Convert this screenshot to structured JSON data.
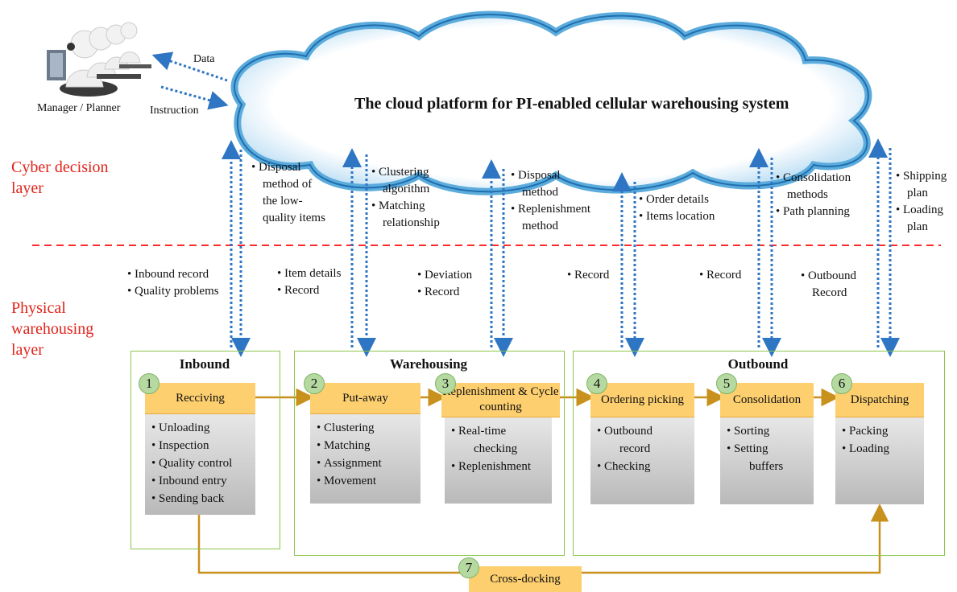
{
  "cloud_title": "The cloud platform for PI-enabled cellular warehousing system",
  "manager_label": "Manager / Planner",
  "data_label": "Data",
  "instruction_label": "Instruction",
  "layers": {
    "cyber": "Cyber decision layer",
    "physical": "Physical warehousing layer"
  },
  "cyber_notes": [
    [
      "Disposal",
      "method of",
      "the low-",
      "quality items"
    ],
    [
      "Clustering",
      "algorithm",
      "Matching",
      "relationship"
    ],
    [
      "Disposal",
      "method",
      "Replenishment",
      "method"
    ],
    [
      "Order details",
      "Items location"
    ],
    [
      "Consolidation",
      "methods",
      "Path planning"
    ],
    [
      "Shipping",
      "plan",
      "Loading",
      "plan"
    ]
  ],
  "physical_notes": [
    [
      "Inbound record",
      "Quality problems"
    ],
    [
      "Item details",
      "Record"
    ],
    [
      "Deviation",
      "Record"
    ],
    [
      "Record"
    ],
    [
      "Record"
    ],
    [
      "Outbound",
      "Record"
    ]
  ],
  "sections": {
    "inbound": "Inbound",
    "warehousing": "Warehousing",
    "outbound": "Outbound"
  },
  "steps": [
    {
      "num": "1",
      "title": "Recciving",
      "items": [
        "Unloading",
        "Inspection",
        "Quality control",
        "Inbound entry",
        "Sending back"
      ]
    },
    {
      "num": "2",
      "title": "Put-away",
      "items": [
        "Clustering",
        "Matching",
        "Assignment",
        "Movement"
      ]
    },
    {
      "num": "3",
      "title": "Replenishment & Cycle counting",
      "items": [
        "Real-time",
        "checking",
        "Replenishment"
      ]
    },
    {
      "num": "4",
      "title": "Ordering picking",
      "items": [
        "Outbound",
        "record",
        "Checking"
      ]
    },
    {
      "num": "5",
      "title": "Consolidation",
      "items": [
        "Sorting",
        "Setting",
        "buffers"
      ]
    },
    {
      "num": "6",
      "title": "Dispatching",
      "items": [
        "Packing",
        "Loading"
      ]
    }
  ],
  "cross_docking": {
    "num": "7",
    "title": "Cross-docking"
  },
  "colors": {
    "layer_text": "#e2231a",
    "header_fill": "#fdcf6f",
    "stage_border": "#8cc44a",
    "arrow_blue": "#2e75c3",
    "flow_arrow": "#c8901c",
    "cloud_edge": "#4aa3d9"
  }
}
